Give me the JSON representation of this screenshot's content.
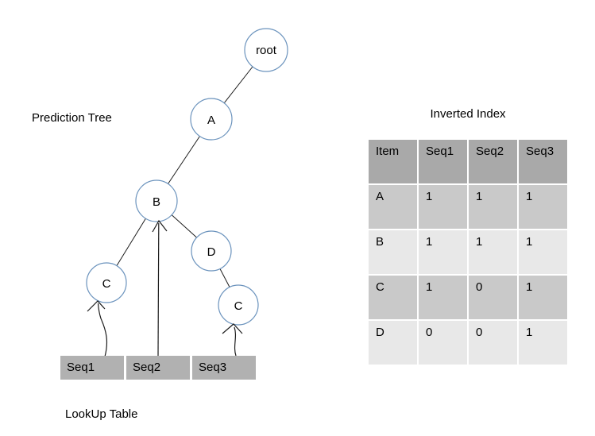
{
  "figure": {
    "left_panel": {
      "title": "Prediction Tree",
      "tree": {
        "nodes": [
          {
            "id": "root",
            "label": "root"
          },
          {
            "id": "A",
            "label": "A"
          },
          {
            "id": "B",
            "label": "B"
          },
          {
            "id": "C_left",
            "label": "C"
          },
          {
            "id": "D",
            "label": "D"
          },
          {
            "id": "C_right",
            "label": "C"
          }
        ],
        "edges": [
          {
            "from": "root",
            "to": "A"
          },
          {
            "from": "A",
            "to": "B"
          },
          {
            "from": "B",
            "to": "C_left"
          },
          {
            "from": "B",
            "to": "D"
          },
          {
            "from": "D",
            "to": "C_right"
          }
        ],
        "sequence_arrows": [
          {
            "from": "Seq1",
            "to": "C_left"
          },
          {
            "from": "Seq2",
            "to": "B"
          },
          {
            "from": "Seq3",
            "to": "C_right"
          }
        ]
      },
      "lookup": {
        "title": "LookUp Table",
        "cells": [
          "Seq1",
          "Seq2",
          "Seq3"
        ]
      }
    },
    "right_panel": {
      "title": "Inverted Index",
      "table": {
        "headers": [
          "Item",
          "Seq1",
          "Seq2",
          "Seq3"
        ],
        "rows": [
          [
            "A",
            "1",
            "1",
            "1"
          ],
          [
            "B",
            "1",
            "1",
            "1"
          ],
          [
            "C",
            "1",
            "0",
            "1"
          ],
          [
            "D",
            "0",
            "0",
            "1"
          ]
        ]
      }
    },
    "colors": {
      "node_stroke": "#6b93bd",
      "line": "#1c1c1c",
      "table_header_bg": "#a9a9a9",
      "table_row_odd_bg": "#c9c9c9",
      "table_row_even_bg": "#e8e8e8",
      "lookup_cell_bg": "#b1b1b1",
      "background": "#ffffff"
    }
  }
}
